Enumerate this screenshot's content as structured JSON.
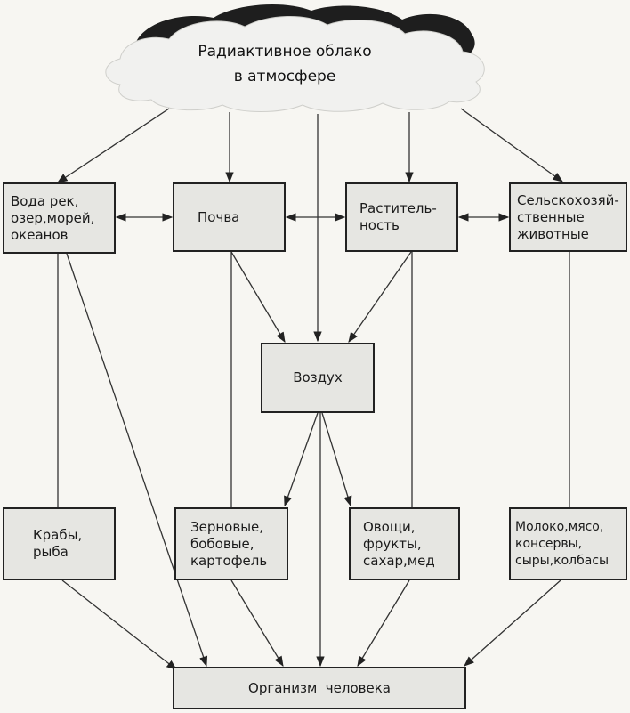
{
  "cloud": {
    "label": "Радиактивное облако\nв атмосфере"
  },
  "nodes": {
    "water": "Вода рек,\nозер,морей,\nокеанов",
    "soil": "Почва",
    "plants": "Раститель-\nность",
    "livestock": "Сельскохозяй-\nственные\nживотные",
    "air": "Воздух",
    "crabs": "Крабы,\nрыба",
    "grains": "Зерновые,\nбобовые,\nкартофель",
    "vegetables": "Овощи,\nфрукты,\nсахар,мед",
    "dairy": "Молоко,мясо,\nконсервы,\nсыры,колбасы",
    "human": "Организм  человека"
  },
  "colors": {
    "ink": "#222222",
    "box_fill": "#e6e6e2",
    "cloud_fill": "#f1f1ef",
    "cloud_edge": "#1e1e1e"
  }
}
